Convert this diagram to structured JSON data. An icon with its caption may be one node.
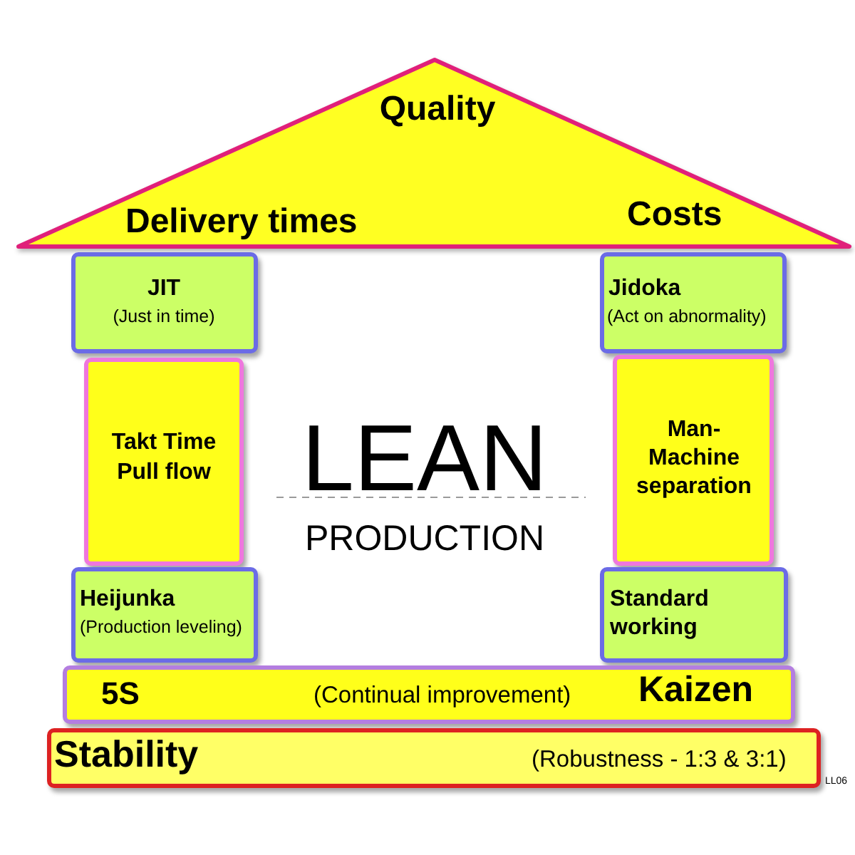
{
  "diagram": {
    "nodes": [
      {
        "text": [
          "Quality",
          "Delivery times",
          "Costs"
        ]
      },
      {
        "text": [
          "JIT",
          "(Just in time)"
        ]
      },
      {
        "text": [
          "Jidoka",
          "(Act on abnormality)"
        ]
      },
      {
        "text": [
          "Takt Time Pull flow"
        ]
      },
      {
        "text": [
          "Man-Machine separation"
        ]
      },
      {
        "text": [
          "Heijunka",
          "(Production leveling)"
        ]
      },
      {
        "text": [
          "Standard working"
        ]
      },
      {
        "text": [
          "5S",
          "(Continual improvement)",
          "Kaizen"
        ]
      },
      {
        "text": [
          "Stability",
          "(Robustness - 1:3 & 3:1)"
        ]
      }
    ],
    "labels": [
      "LEAN",
      "PRODUCTION",
      "LL06"
    ]
  }
}
